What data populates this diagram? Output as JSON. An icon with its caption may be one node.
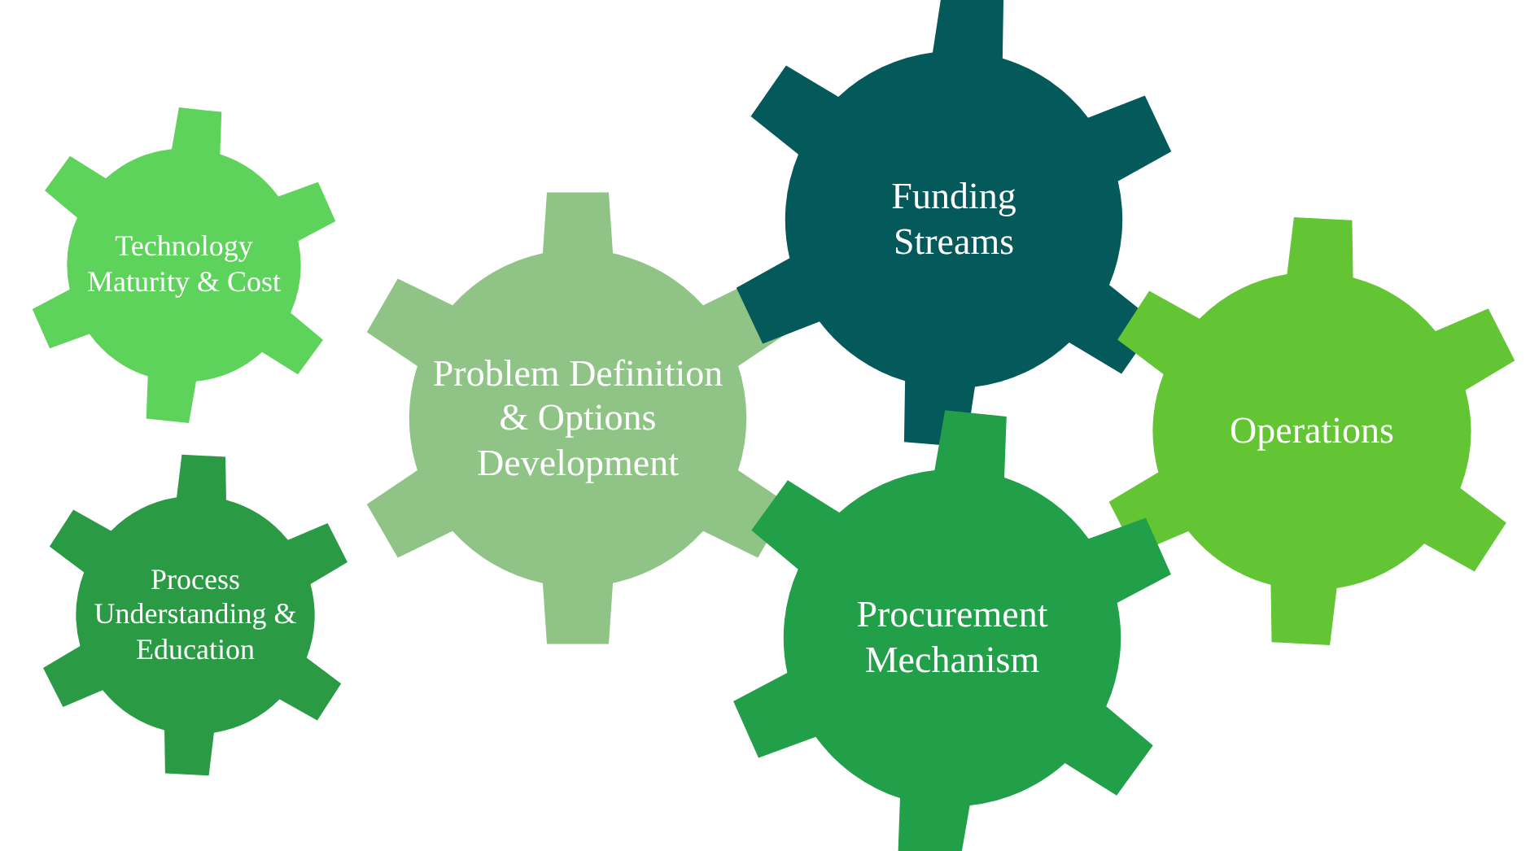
{
  "diagram": {
    "nodes": [
      {
        "text": [
          "Technology Maturity & Cost"
        ]
      },
      {
        "text": [
          "Process Understanding & Education"
        ]
      },
      {
        "text": [
          "Problem Definition & Options Development"
        ]
      },
      {
        "text": [
          "Funding Streams"
        ]
      },
      {
        "text": [
          "Operations"
        ]
      },
      {
        "text": [
          "Procurement Mechanism"
        ]
      }
    ]
  }
}
